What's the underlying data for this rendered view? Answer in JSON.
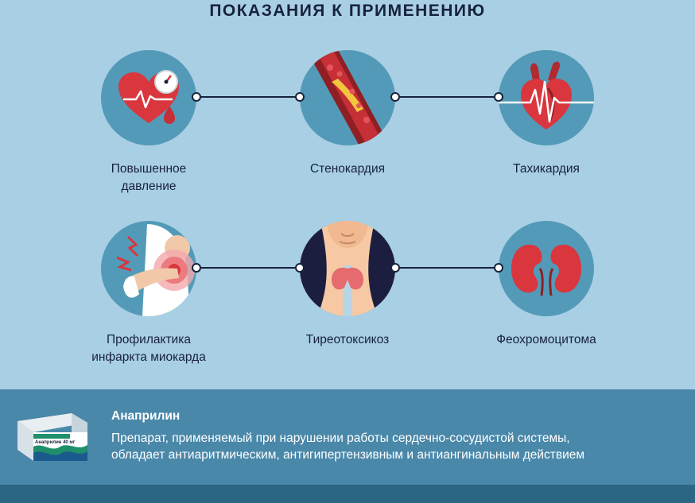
{
  "title": "ПОКАЗАНИЯ К ПРИМЕНЕНИЮ",
  "indications": [
    {
      "label_line1": "Повышенное",
      "label_line2": "давление",
      "icon": "blood-pressure-icon"
    },
    {
      "label_line1": "Стенокардия",
      "label_line2": "",
      "icon": "artery-icon"
    },
    {
      "label_line1": "Тахикардия",
      "label_line2": "",
      "icon": "heart-pulse-icon"
    },
    {
      "label_line1": "Профилактика",
      "label_line2": "инфаркта миокарда",
      "icon": "chest-pain-icon"
    },
    {
      "label_line1": "Тиреотоксикоз",
      "label_line2": "",
      "icon": "thyroid-icon"
    },
    {
      "label_line1": "Феохромоцитома",
      "label_line2": "",
      "icon": "kidneys-icon"
    }
  ],
  "drug": {
    "name": "Анаприлин",
    "description_line1": "Препарат, применяемый при нарушении работы сердечно-сосудистой системы,",
    "description_line2": "обладает антиаритмическим, антигипертензивным и антиангинальным действием",
    "package_label": "Анаприлин 40 мг"
  },
  "colors": {
    "background": "#a9cfe4",
    "circle": "#539ab8",
    "text": "#17223b",
    "info_band": "#4a88a9",
    "footer": "#2c6685",
    "accent_red": "#d9363e"
  }
}
